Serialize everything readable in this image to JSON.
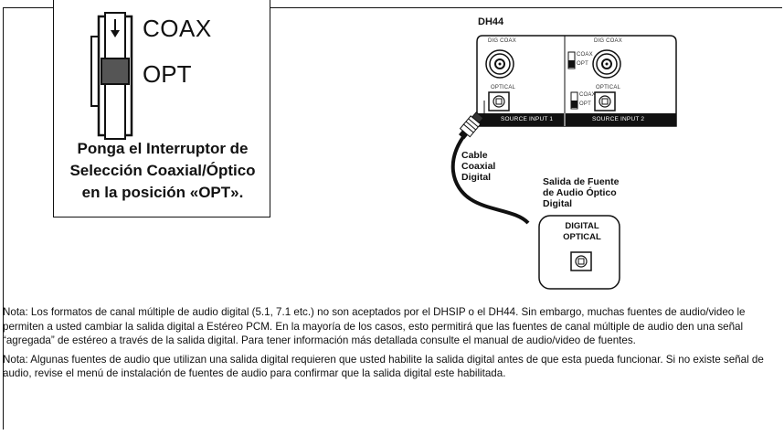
{
  "switch_inset": {
    "coax_label": "COAX",
    "opt_label": "OPT",
    "instruction_lines": [
      "Ponga el Interruptor de",
      "Selección Coaxial/Óptico",
      "en la posición «OPT»."
    ]
  },
  "device": {
    "title": "DH44",
    "dig_coax_1": "DIG COAX",
    "dig_coax_2": "DIG COAX",
    "optical_1": "OPTICAL",
    "optical_2": "OPTICAL",
    "switch_coax_1": "COAX",
    "switch_opt_1": "OPT",
    "switch_coax_2": "COAX",
    "switch_opt_2": "OPT",
    "source_input_1": "SOURCE INPUT 1",
    "source_input_2": "SOURCE INPUT 2"
  },
  "cable_label_lines": [
    "Cable",
    "Coaxial",
    "Digital"
  ],
  "source_label_lines": [
    "Salida de Fuente",
    "de Audio Óptico",
    "Digital"
  ],
  "source_box_lines": [
    "DIGITAL",
    "OPTICAL"
  ],
  "notes": [
    "Nota: Los formatos de canal múltiple de audio digital (5.1, 7.1 etc.) no son aceptados por el DHSIP o el DH44. Sin embargo, muchas fuentes de audio/video le permiten a usted cambiar la salida digital a Estéreo PCM. En la mayoría de los casos, esto permitirá que las fuentes de canal múltiple de audio den una señal “agregada” de estéreo a través de la salida digital. Para tener información más detallada consulte el manual de audio/video de fuentes.",
    "Nota: Algunas fuentes de audio que utilizan una salida digital requieren que usted habilite la salida digital antes de que esta pueda funcionar. Si no existe señal de audio, revise el menú de instalación de fuentes de audio para confirmar que la salida digital este habilitada."
  ]
}
